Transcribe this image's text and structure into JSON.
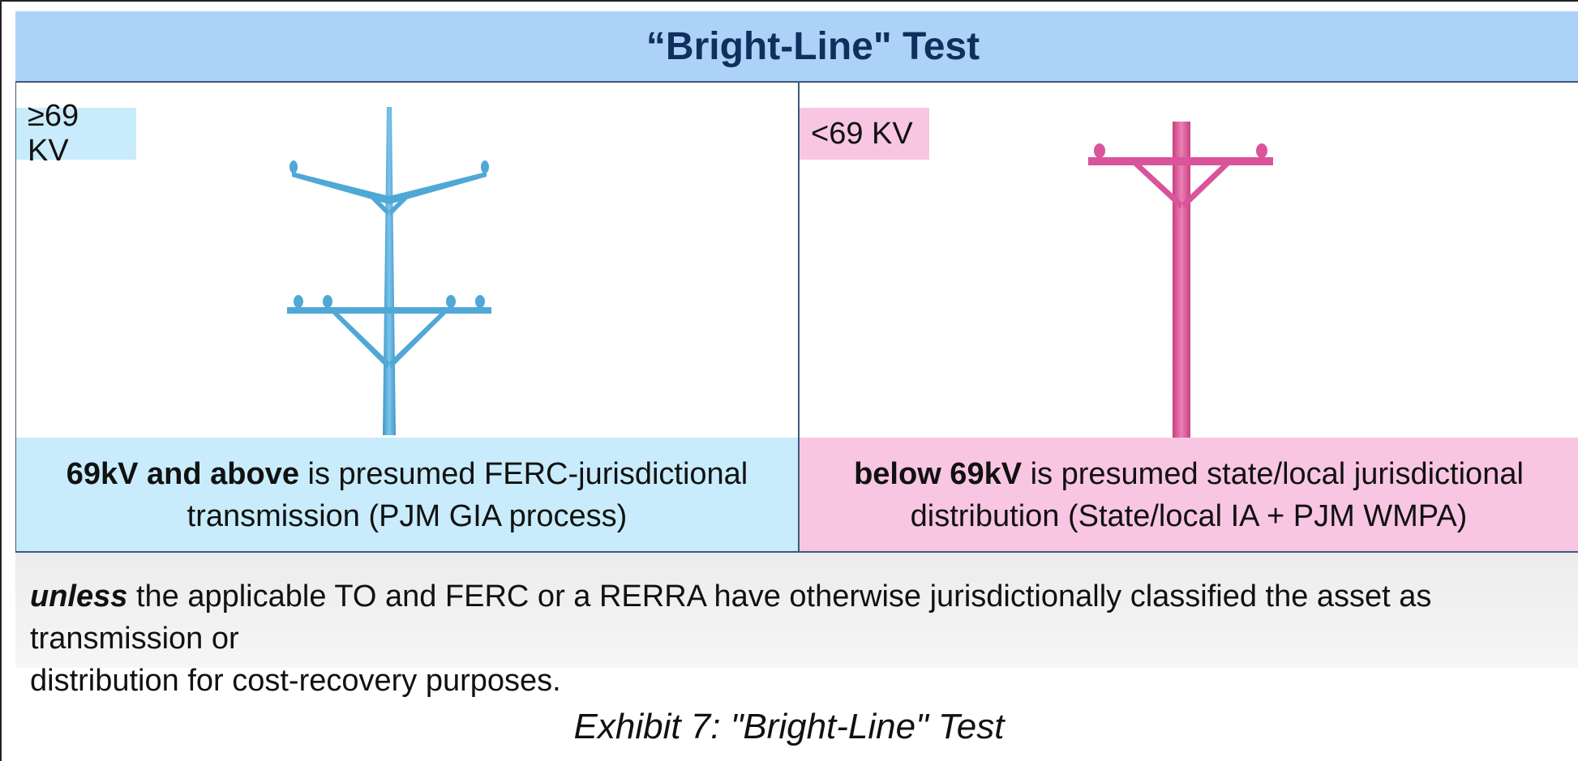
{
  "title": "“Bright-Line\" Test",
  "left_panel": {
    "tag": "≥69 KV",
    "caption_bold": "69kV and above",
    "caption_rest_line1": " is presumed FERC-jurisdictional",
    "caption_line2": "transmission (PJM GIA process)",
    "icon": "transmission-tower-icon",
    "color": "#4fa8d6"
  },
  "right_panel": {
    "tag": "<69 KV",
    "caption_bold": "below 69kV",
    "caption_rest_line1": " is presumed state/local jurisdictional",
    "caption_line2": "distribution (State/local IA + PJM WMPA)",
    "icon": "distribution-pole-icon",
    "color": "#d9549a"
  },
  "note": {
    "bold_italic": "unless",
    "text_line1": " the applicable TO and FERC or a RERRA have otherwise jurisdictionally classified the asset as transmission or",
    "text_line2": "distribution for cost-recovery purposes."
  },
  "exhibit_caption": "Exhibit 7: \"Bright-Line\" Test"
}
